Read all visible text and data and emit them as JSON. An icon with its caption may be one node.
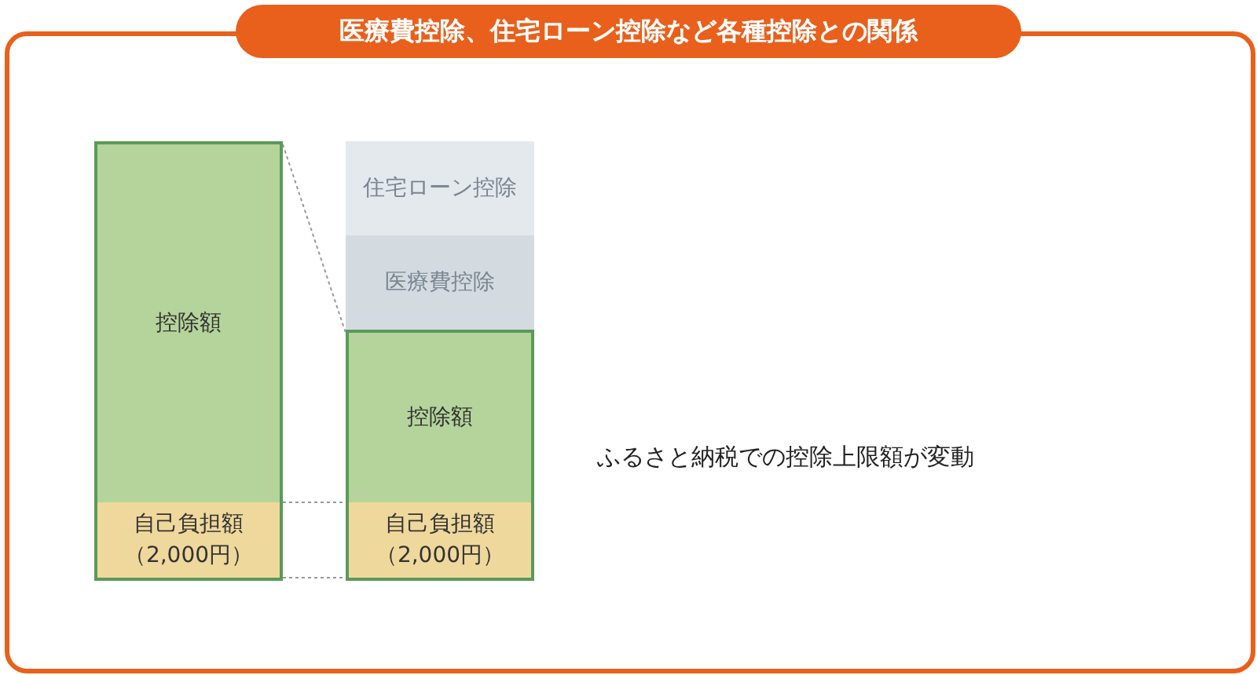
{
  "diagram": {
    "title": "医療費控除、住宅ローン控除など各種控除との関係",
    "nodes": [
      {
        "text": [
          "控除額"
        ]
      },
      {
        "text": [
          "自己負担額（2,000円）"
        ]
      },
      {
        "text": [
          "住宅ローン控除"
        ]
      },
      {
        "text": [
          "医療費控除"
        ]
      },
      {
        "text": [
          "控除額"
        ]
      },
      {
        "text": [
          "自己負担額（2,000円）"
        ]
      }
    ],
    "edges": [
      {
        "from": 0,
        "to": 4,
        "arrow": "none",
        "style": "dashed"
      },
      {
        "from": 1,
        "to": 5,
        "arrow": "none",
        "style": "dashed"
      },
      {
        "from": 1,
        "to": 5,
        "arrow": "none",
        "style": "dashed"
      }
    ],
    "labels": [
      "ふるさと納税での控除上限額が変動"
    ]
  }
}
